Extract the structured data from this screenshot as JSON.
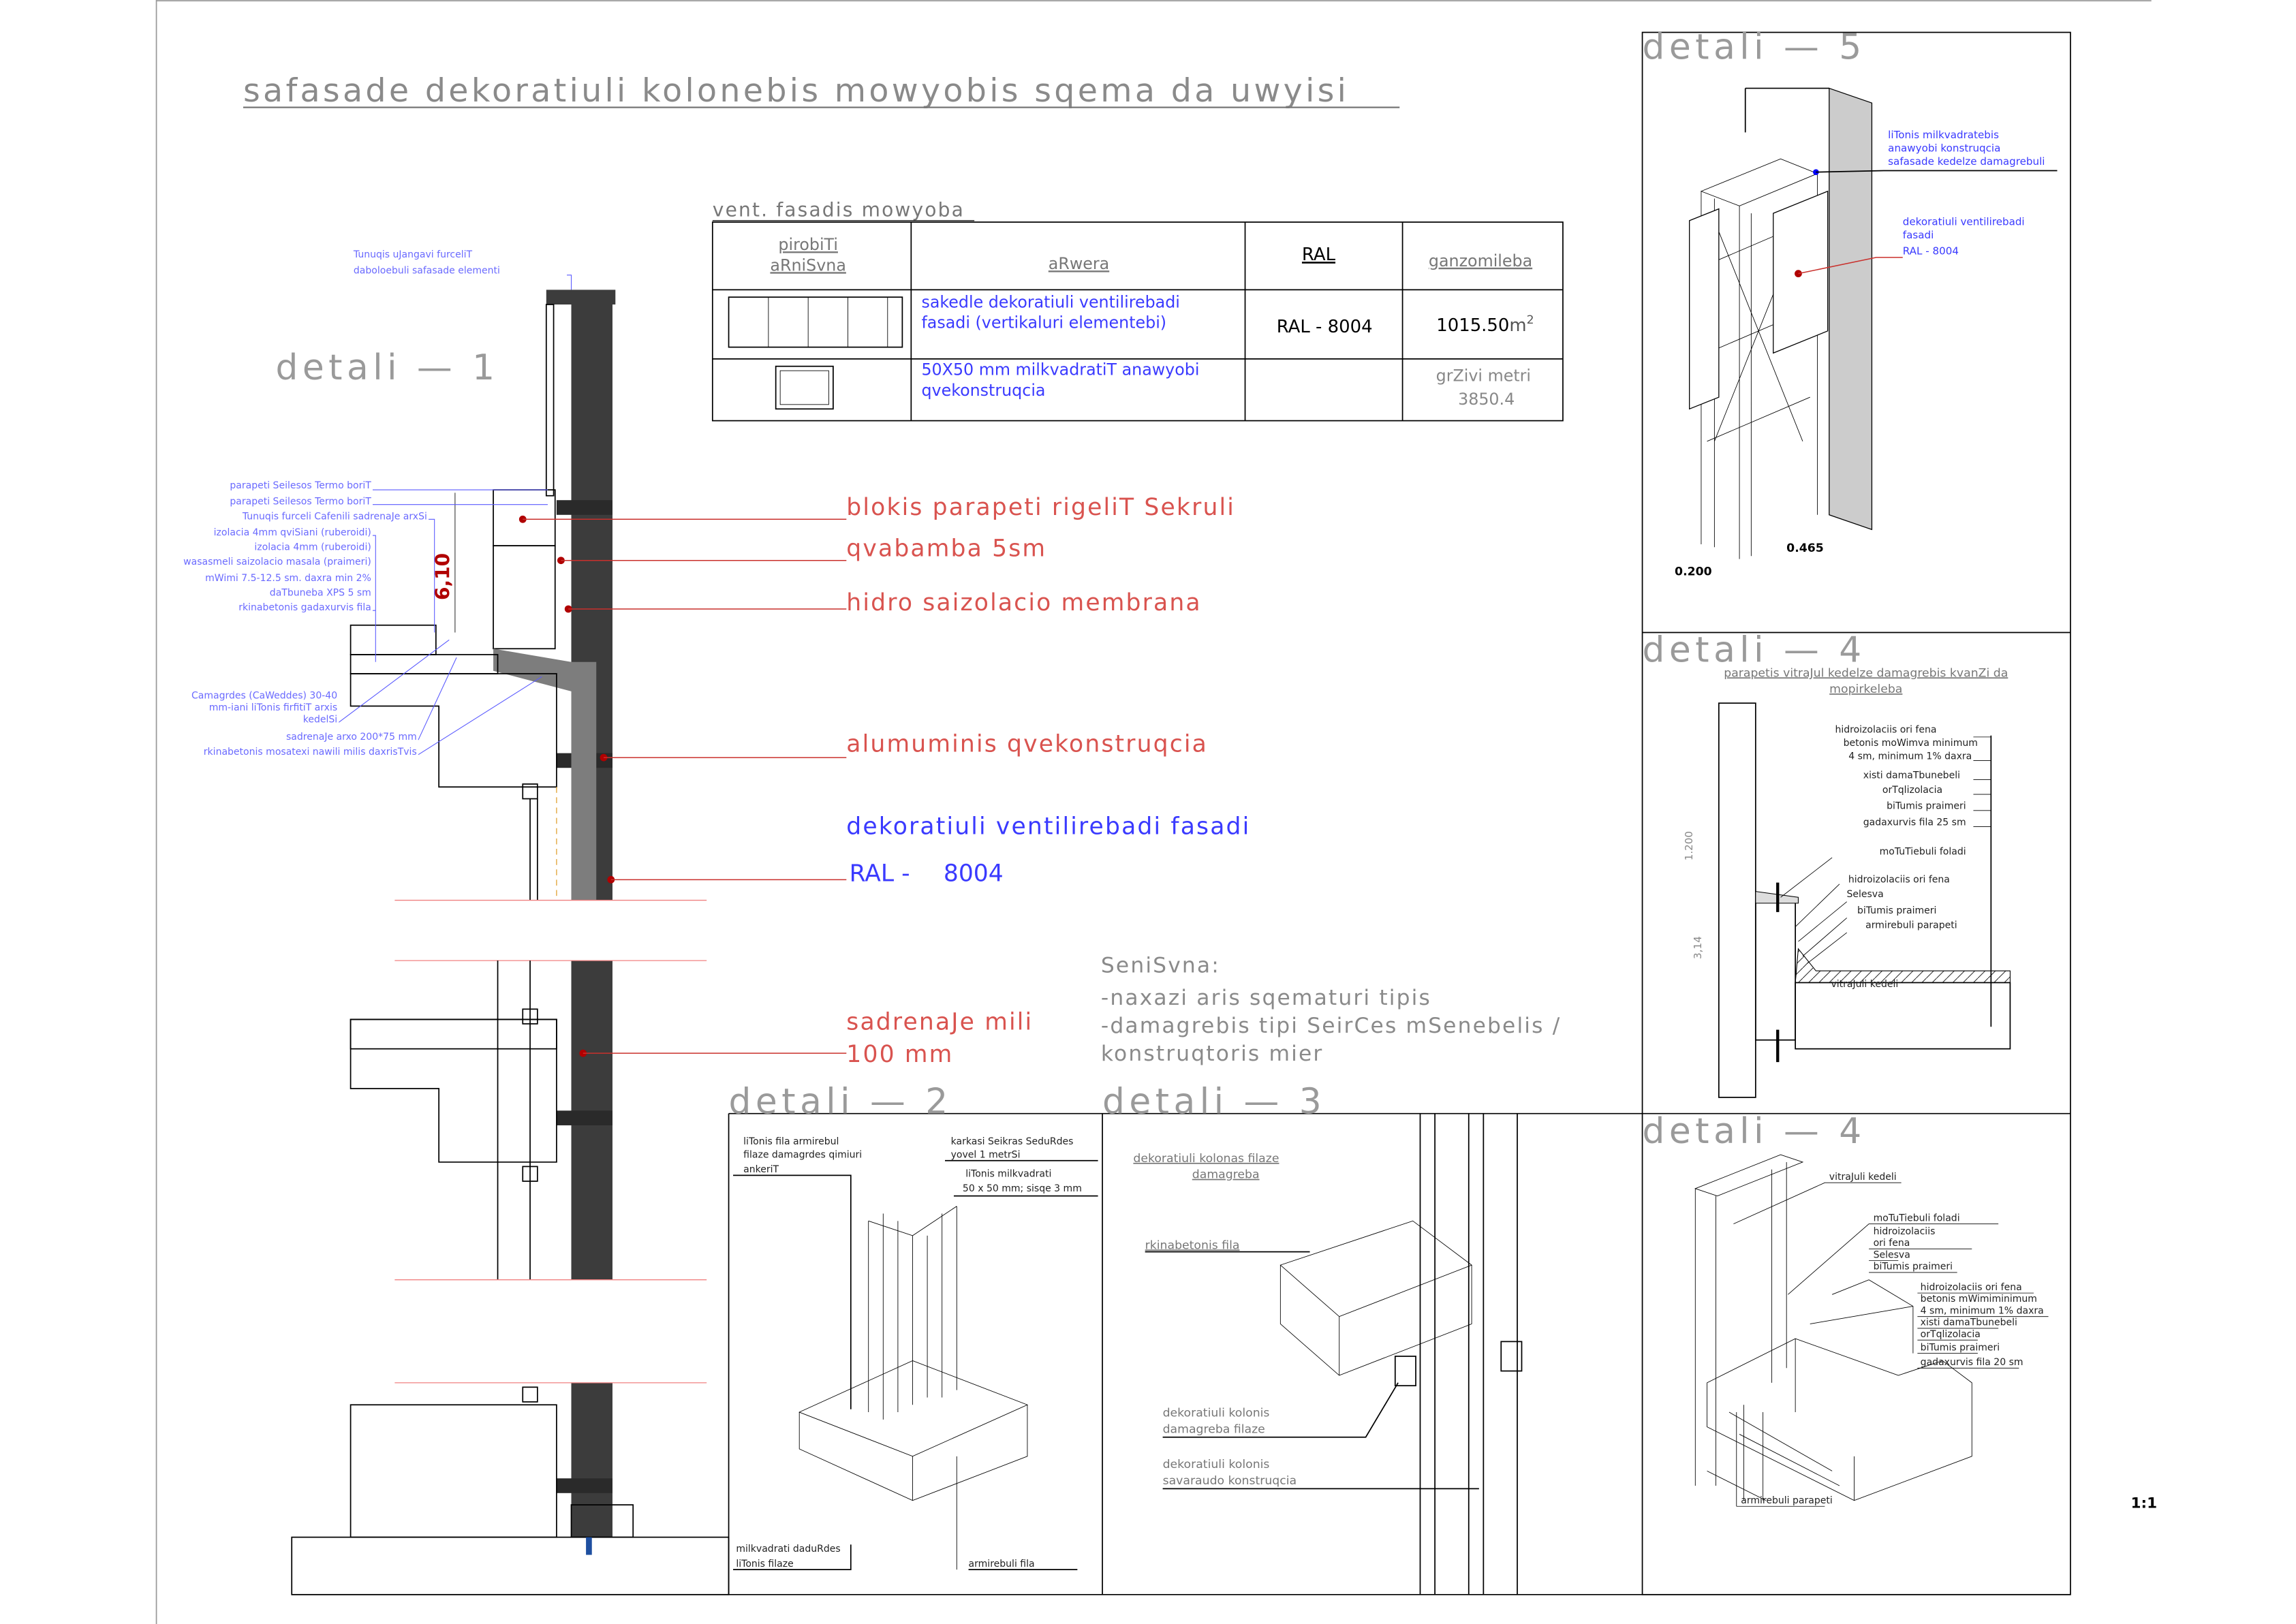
{
  "sheet": {
    "title": "safasade dekoratiuli kolonebis mowyobis sqema da uwyisi",
    "scale": "1:1"
  },
  "table": {
    "caption": "vent. fasadis mowyoba",
    "headers": [
      "pirobiTi",
      "aRniSvna",
      "aRwera",
      "RAL",
      "ganzomileba"
    ],
    "rows": [
      {
        "desc_line1": "sakedle dekoratiuli ventilirebadi",
        "desc_line2": "fasadi (vertikaluri elementebi)",
        "ral": "RAL - 8004",
        "size": "1015.50",
        "unit": "m",
        "unit_exp": "2"
      },
      {
        "desc_line1": "50X50 mm milkvadratiT anawyobi",
        "desc_line2": "qvekonstruqcia",
        "ral": "",
        "size_line1": "grZivi metri",
        "size_line2": "3850.4"
      }
    ]
  },
  "detail1": {
    "title": "detali — 1",
    "top_note_line1": "Tunuqis uJangavi furceliT",
    "top_note_line2": "daboloebuli safasade elementi",
    "dimension": "6,10",
    "layers": [
      "parapeti Seilesos Termo boriT",
      "parapeti Seilesos Termo boriT",
      "Tunuqis furceli Cafenili sadrenaJe arxSi",
      "izolacia 4mm qviSiani (ruberoidi)",
      "izolacia 4mm (ruberoidi)",
      "wasasmeli saizolacio masala (praimeri)",
      "mWimi 7.5-12.5 sm. daxra min 2%",
      "daTbuneba XPS 5 sm",
      "rkinabetonis gadaxurvis fila"
    ],
    "lower_notes": [
      "Camagrdes (CaWeddes) 30-40",
      "mm-iani liTonis firfitiT arxis",
      "kedelSi",
      "sadrenaJe arxo 200*75 mm",
      "rkinabetonis mosatexi nawili milis daxrisTvis"
    ],
    "callouts": [
      "blokis parapeti rigeliT Sekruli",
      "qvabamba 5sm",
      "hidro saizolacio membrana",
      "alumuminis qvekonstruqcia",
      "dekoratiuli ventilirebadi fasadi",
      "RAL -",
      "8004",
      "sadrenaJe mili",
      "100 mm"
    ]
  },
  "notes": {
    "heading": "SeniSvna:",
    "lines": [
      "-naxazi aris sqematuri tipis",
      "-damagrebis tipi SeirCes mSenebelis /",
      "konstruqtoris mier"
    ]
  },
  "detail2": {
    "title": "detali — 2",
    "labels": [
      "liTonis     fila armirebul",
      "filaze damagrdes qimiuri",
      "ankeriT",
      "karkasi Seikras   SeduRdes",
      "yovel 1 metrSi",
      "liTonis milkvadrati",
      "50 x 50 mm;   sisqe 3 mm",
      "milkvadrati daduRdes",
      "liTonis      filaze",
      "armirebuli fila"
    ]
  },
  "detail3": {
    "title": "detali — 3",
    "heading_line1": "dekoratiuli kolonas filaze",
    "heading_line2": "damagreba",
    "labels": [
      "rkinabetonis fila",
      "dekoratiuli kolonis",
      "damagreba filaze",
      "dekoratiuli kolonis",
      "savaraudo konstruqcia"
    ]
  },
  "detail5": {
    "title": "detali — 5",
    "labels": [
      "liTonis milkvadratebis",
      "anawyobi konstruqcia",
      "safasade kedelze damagrebuli",
      "dekoratiuli ventilirebadi",
      "fasadi",
      "RAL -  8004"
    ],
    "dims": [
      "0.200",
      "0.465"
    ]
  },
  "detail4a": {
    "title": "detali — 4",
    "heading_line1": "parapetis vitraJul kedelze damagrebis kvanZi da",
    "heading_line2": "mopirkeleba",
    "dims": [
      "1.200",
      "3,14"
    ],
    "labels": [
      "hidroizolaciis ori fena",
      "betonis moWimva minimum",
      "4 sm, minimum 1% daxra",
      "xisti damaTbunebeli",
      "orTqlizolacia",
      "biTumis praimeri",
      "gadaxurvis fila 25 sm",
      "moTuTiebuli foladi",
      "hidroizolaciis ori fena",
      "Selesva",
      "biTumis praimeri",
      "armirebuli parapeti",
      "vitraJuli kedeli"
    ]
  },
  "detail4b": {
    "title": "detali — 4",
    "labels": [
      "vitraJuli kedeli",
      "moTuTiebuli foladi",
      "hidroizolaciis",
      "ori fena",
      "Selesva",
      "biTumis praimeri",
      "hidroizolaciis ori fena",
      "betonis  mWimiminimum",
      "4 sm, minimum 1% daxra",
      "xisti damaTbunebeli",
      "orTqlizolacia",
      "biTumis praimeri",
      "gadaxurvis   fila 20 sm",
      "armirebuli parapeti"
    ]
  },
  "colors": {
    "annotation_blue": "#3a3aff",
    "callout_red": "#d9534f",
    "marker_red": "#b00000",
    "wall_dark": "#3c3c3c",
    "concrete_grey": "#7d7d7d"
  }
}
